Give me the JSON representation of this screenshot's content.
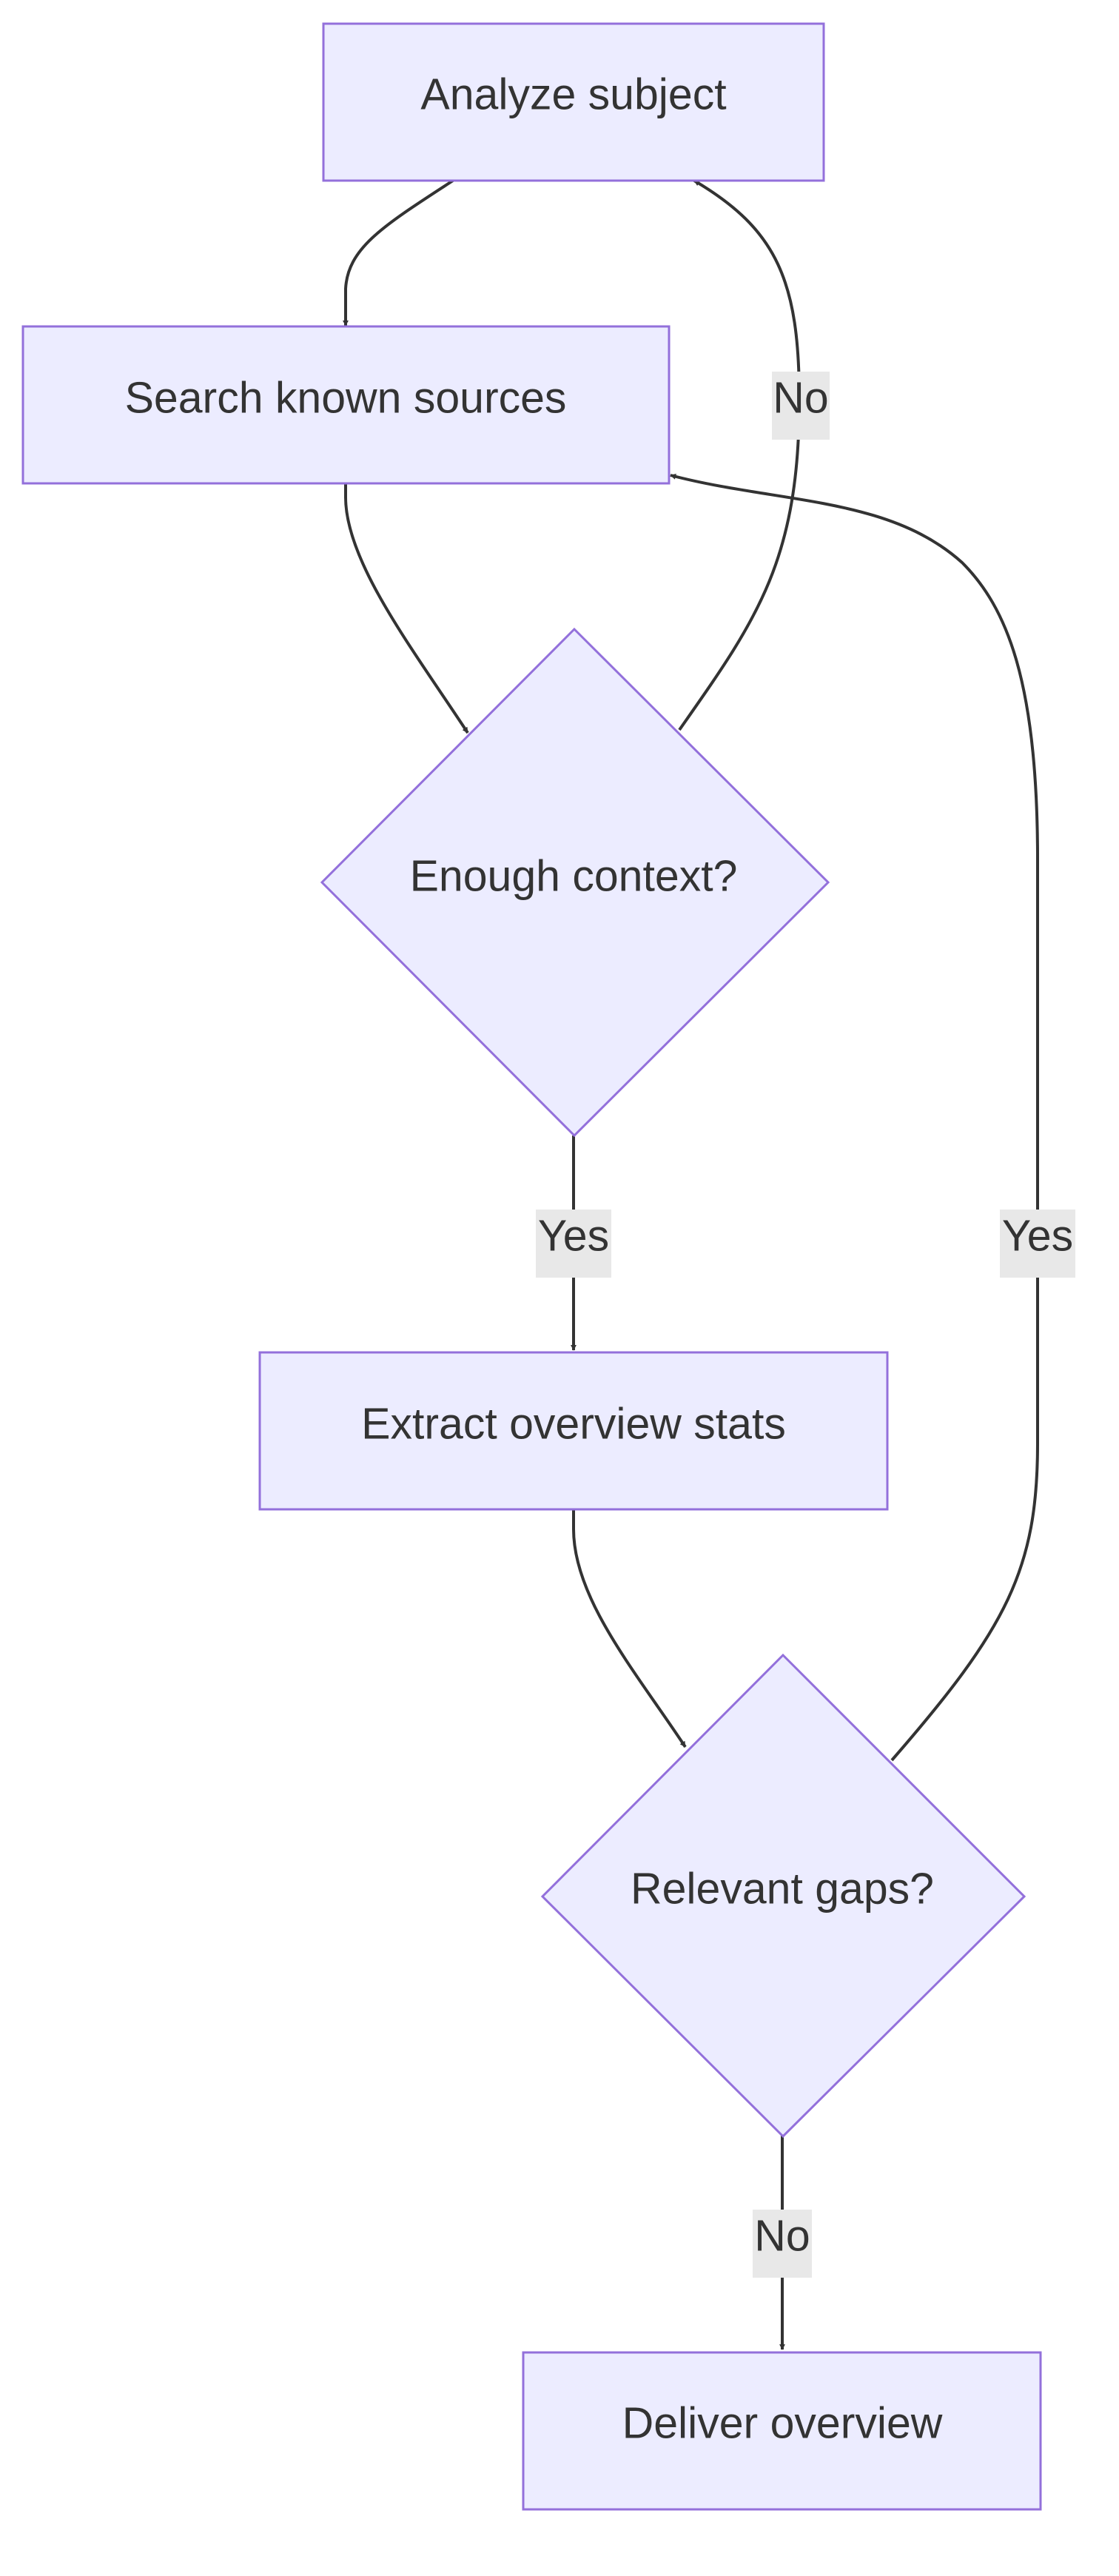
{
  "diagram": {
    "type": "flowchart",
    "colors": {
      "node_fill": "#ECECFF",
      "node_border": "#9370DB",
      "edge": "#333333",
      "label_background": "#e8e8e8",
      "text": "#333333"
    },
    "nodes": {
      "analyze": {
        "label": "Analyze subject",
        "shape": "rectangle"
      },
      "search": {
        "label": "Search known sources",
        "shape": "rectangle"
      },
      "enough": {
        "label": "Enough context?",
        "shape": "diamond"
      },
      "extract": {
        "label": "Extract overview stats",
        "shape": "rectangle"
      },
      "relevant": {
        "label": "Relevant gaps?",
        "shape": "diamond"
      },
      "deliver": {
        "label": "Deliver overview",
        "shape": "rectangle"
      }
    },
    "edges": {
      "analyze_to_search": {
        "from": "Analyze subject",
        "to": "Search known sources",
        "label": ""
      },
      "search_to_enough": {
        "from": "Search known sources",
        "to": "Enough context?",
        "label": ""
      },
      "enough_no": {
        "from": "Enough context?",
        "to": "Analyze subject",
        "label": "No"
      },
      "enough_yes": {
        "from": "Enough context?",
        "to": "Extract overview stats",
        "label": "Yes"
      },
      "extract_to_relevant": {
        "from": "Extract overview stats",
        "to": "Relevant gaps?",
        "label": ""
      },
      "relevant_yes": {
        "from": "Relevant gaps?",
        "to": "Search known sources",
        "label": "Yes"
      },
      "relevant_no": {
        "from": "Relevant gaps?",
        "to": "Deliver overview",
        "label": "No"
      }
    }
  }
}
